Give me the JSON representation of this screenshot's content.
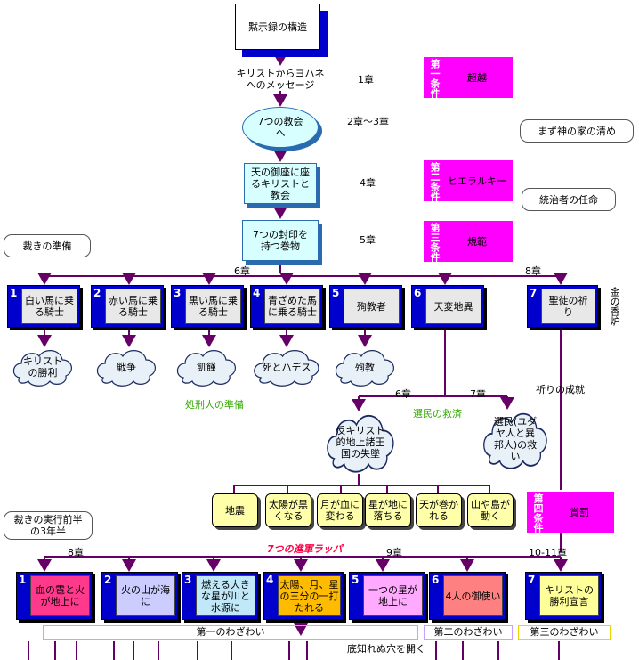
{
  "title": "黙示録の構造",
  "message": "キリストからヨハネへのメッセージ",
  "seven_churches": "7つの教会へ",
  "throne": "天の御座に座るキリストと教会",
  "sealed_scroll": "7つの封印を持つ巻物",
  "chapters": {
    "ch1": "1章",
    "ch2_3": "2章～3章",
    "ch4": "4章",
    "ch5": "5章",
    "ch6": "6章",
    "ch8": "8章",
    "ch6b": "6章",
    "ch7": "7章",
    "ch8b": "8章",
    "ch9": "9章",
    "ch10_11": "10-11章"
  },
  "conditions": [
    {
      "tag": "第一条件",
      "text": "超越"
    },
    {
      "tag": "第二条件",
      "text": "ヒエラルキー"
    },
    {
      "tag": "第三条件",
      "text": "規範"
    },
    {
      "tag": "第四条件",
      "text": "賞罰"
    }
  ],
  "notes": {
    "cleansing": "まず神の家の清め",
    "appointment": "統治者の任命",
    "preparation": "裁きの準備",
    "execution": "裁きの実行前半の3年半"
  },
  "seals": [
    {
      "num": "1",
      "label": "白い馬に乗る騎士"
    },
    {
      "num": "2",
      "label": "赤い馬に乗る騎士"
    },
    {
      "num": "3",
      "label": "黒い馬に乗る騎士"
    },
    {
      "num": "4",
      "label": "青ざめた馬に乗る騎士"
    },
    {
      "num": "5",
      "label": "殉教者"
    },
    {
      "num": "6",
      "label": "天変地異"
    },
    {
      "num": "7",
      "label": "聖徒の祈り"
    }
  ],
  "seal_results": [
    "キリストの勝利",
    "戦争",
    "飢饉",
    "死とハデス",
    "殉教"
  ],
  "golden_censer": "金の香炉",
  "prayer_fulfilled": "祈りの成就",
  "executioner_prep": "処刑人の準備",
  "elect_salvation": "選民の救済",
  "antichrist": "反キリスト的地上諸王国の失墜",
  "elect_people": "選民(ユダヤ人と異邦人)の救い",
  "disasters": [
    "地震",
    "太陽が黒くなる",
    "月が血に変わる",
    "星が地に落ちる",
    "天が巻かれる",
    "山や島が動く"
  ],
  "trumpets_title": "7つの進軍ラッパ",
  "trumpets": [
    {
      "num": "1",
      "label": "血の雹と火が地上に"
    },
    {
      "num": "2",
      "label": "火の山が海に"
    },
    {
      "num": "3",
      "label": "燃える大きな星が川と水源に"
    },
    {
      "num": "4",
      "label": "太陽、月、星の三分の一打たれる"
    },
    {
      "num": "5",
      "label": "一つの星が地上に"
    },
    {
      "num": "6",
      "label": "4人の御使い"
    },
    {
      "num": "7",
      "label": "キリストの勝利宣言"
    }
  ],
  "woes": [
    "第一のわざわい",
    "第二のわざわい",
    "第三のわざわい"
  ],
  "abyss": "底知れぬ穴を開く",
  "colors": {
    "magenta": "#ff00ff",
    "navy": "#0000cc",
    "line": "#660066",
    "cyan_fill": "#d8ffff",
    "yellow_fill": "#ffffaa",
    "trumpet_title": "#ff0044",
    "green_text": "#33aa00"
  }
}
